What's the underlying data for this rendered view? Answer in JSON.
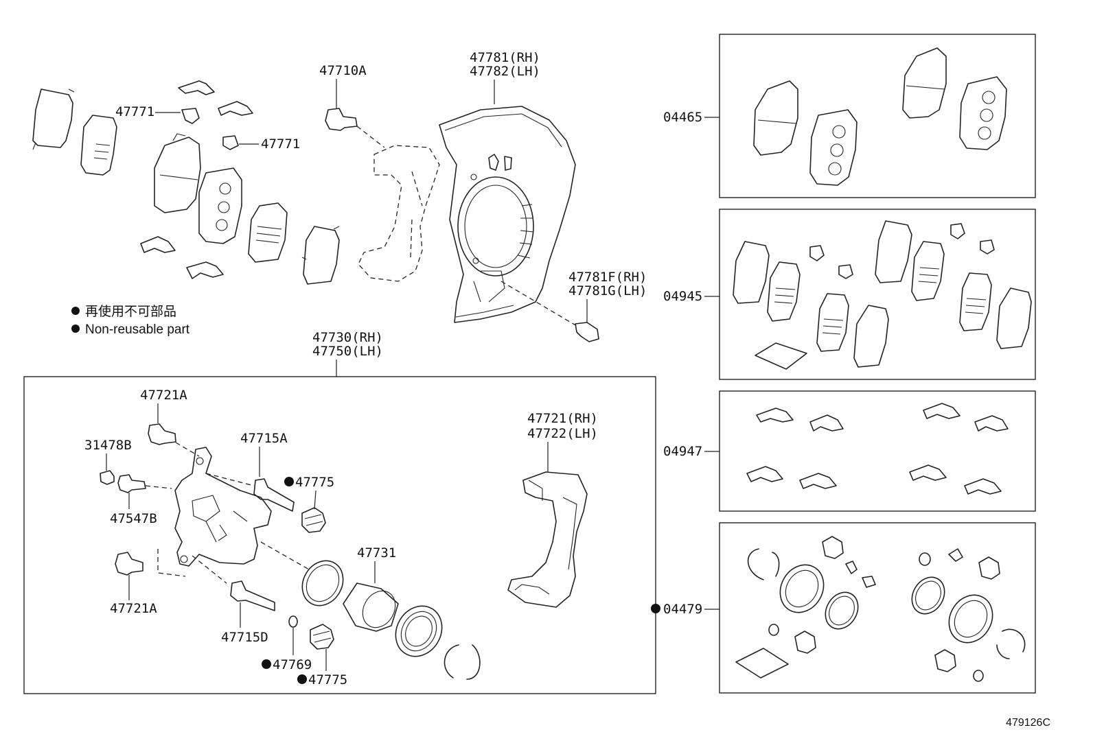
{
  "diagram": {
    "figure_code": "479126C",
    "legend": {
      "japanese": "再使用不可部品",
      "english": "Non-reusable part"
    },
    "labels": {
      "p47710A": "47710A",
      "p47781RH": "47781(RH)",
      "p47782LH": "47782(LH)",
      "p47771a": "47771",
      "p47771b": "47771",
      "p47781F": "47781F(RH)",
      "p47781G": "47781G(LH)",
      "p47730": "47730(RH)",
      "p47750": "47750(LH)",
      "p47721A_top": "47721A",
      "p31478B": "31478B",
      "p47715A": "47715A",
      "p47775_top": "47775",
      "p47547B": "47547B",
      "p47721RH": "47721(RH)",
      "p47722LH": "47722(LH)",
      "p47731": "47731",
      "p47721A_bot": "47721A",
      "p47715D": "47715D",
      "p47769": "47769",
      "p47775_bot": "47775",
      "k04465": "04465",
      "k04945": "04945",
      "k04947": "04947",
      "k04479": "04479"
    }
  }
}
